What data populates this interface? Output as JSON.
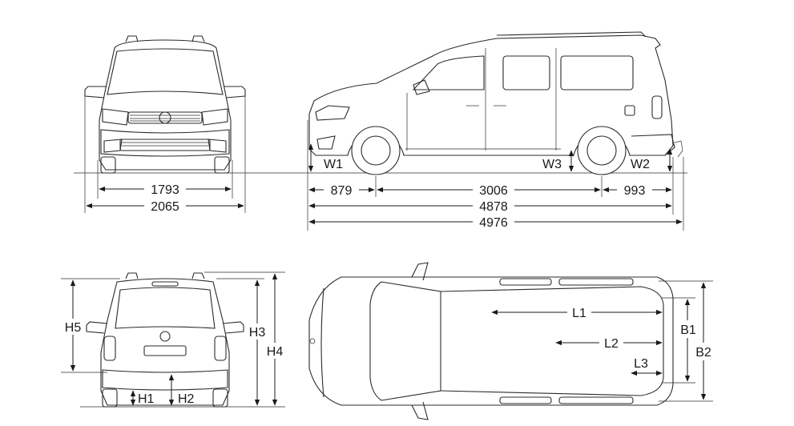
{
  "dimensions": {
    "overall_width": "1793",
    "width_with_mirrors": "2065",
    "front_overhang": "879",
    "wheelbase": "3006",
    "rear_overhang": "993",
    "length": "4878",
    "length_with_tow_bar": "4976"
  },
  "labels": {
    "w1": "W1",
    "w2": "W2",
    "w3": "W3",
    "h1": "H1",
    "h2": "H2",
    "h3": "H3",
    "h4": "H4",
    "h5": "H5",
    "l1": "L1",
    "l2": "L2",
    "l3": "L3",
    "b1": "B1",
    "b2": "B2"
  }
}
